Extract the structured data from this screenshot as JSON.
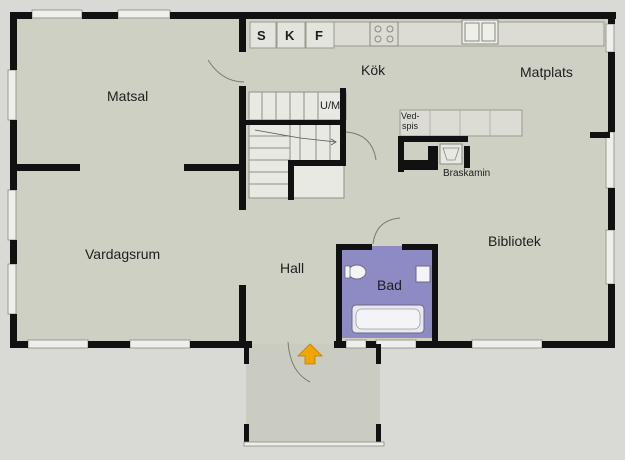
{
  "rooms": {
    "matsal": "Matsal",
    "kok": "Kök",
    "matplats": "Matplats",
    "vardagsrum": "Vardagsrum",
    "hall": "Hall",
    "bad": "Bad",
    "bibliotek": "Bibliotek"
  },
  "fixtures": {
    "um": "U/M",
    "vedspis_line1": "Ved-",
    "vedspis_line2": "spis",
    "braskamin": "Braskamin"
  },
  "appliances": {
    "s": "S",
    "k": "K",
    "f": "F"
  },
  "colors": {
    "floor": "#cfd0c4",
    "wall": "#111111",
    "bathroom": "#8e8ac4",
    "entrance_arrow": "#f0a500",
    "background": "#d9dad5"
  },
  "icons": {
    "entrance": "entrance-arrow-icon"
  }
}
